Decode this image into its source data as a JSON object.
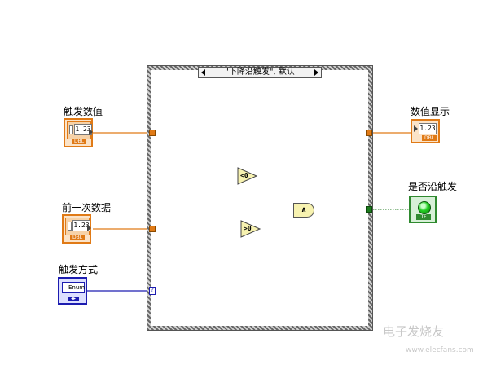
{
  "controls": {
    "trigger_value": {
      "label": "触发数值",
      "display": "1.23",
      "type_tag": "DBL"
    },
    "previous_data": {
      "label": "前一次数据",
      "display": "1.23",
      "type_tag": "DBL"
    },
    "trigger_mode": {
      "label": "触发方式",
      "display": "Enum",
      "type_tag": "◂▸"
    }
  },
  "indicators": {
    "value_display": {
      "label": "数值显示",
      "display": "1.23",
      "type_tag": "DBL"
    },
    "falling_edge": {
      "label": "是否沿触发",
      "type_tag": "TF"
    }
  },
  "case_structure": {
    "selector_label": "\"下降沿触发\", 默认",
    "selector_terminal": "?"
  },
  "nodes": {
    "less_than_zero": "<0",
    "greater_than_zero": ">0",
    "and_gate": "∧"
  },
  "colors": {
    "numeric_wire": "#e07a16",
    "boolean_wire": "#1d7a1d",
    "enum_wire": "#1c1cb0"
  },
  "watermark": {
    "main": "电子发烧友",
    "sub": "www.elecfans.com"
  }
}
